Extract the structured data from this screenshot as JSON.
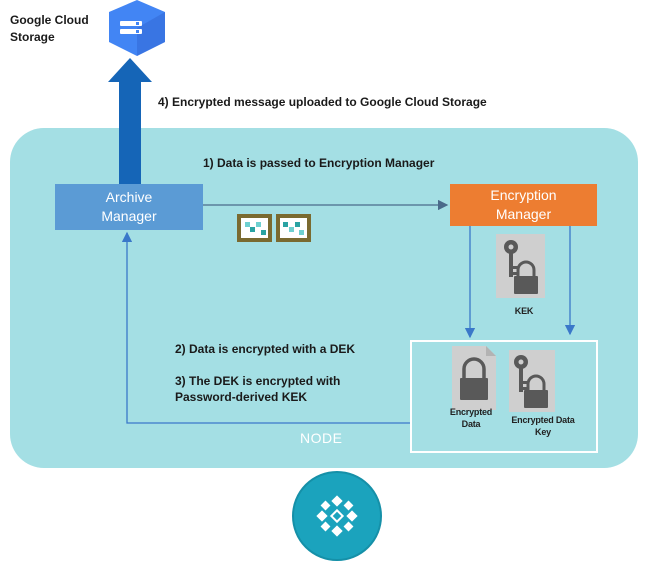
{
  "gcs": {
    "title": "Google Cloud Storage",
    "icon": "google-cloud-storage-icon"
  },
  "steps": {
    "step1": "1) Data is passed to Encryption Manager",
    "step2": "2) Data is encrypted with a DEK",
    "step3": "3) The DEK is encrypted with Password-derived KEK",
    "step4": "4) Encrypted message uploaded to Google Cloud Storage"
  },
  "boxes": {
    "archive_manager": "Archive Manager",
    "encryption_manager": "Encryption Manager"
  },
  "labels": {
    "kek": "KEK",
    "encrypted_data": "Encrypted Data",
    "encrypted_data_key": "Encrypted Data Key",
    "node": "NODE"
  },
  "colors": {
    "node_panel": "#a4dfe4",
    "archive_manager": "#5b9bd5",
    "encryption_manager": "#ed7d31",
    "upload_arrow": "#1565b7",
    "gcs_hexagon": "#4285f4",
    "bottom_logo": "#1ba3bd"
  }
}
